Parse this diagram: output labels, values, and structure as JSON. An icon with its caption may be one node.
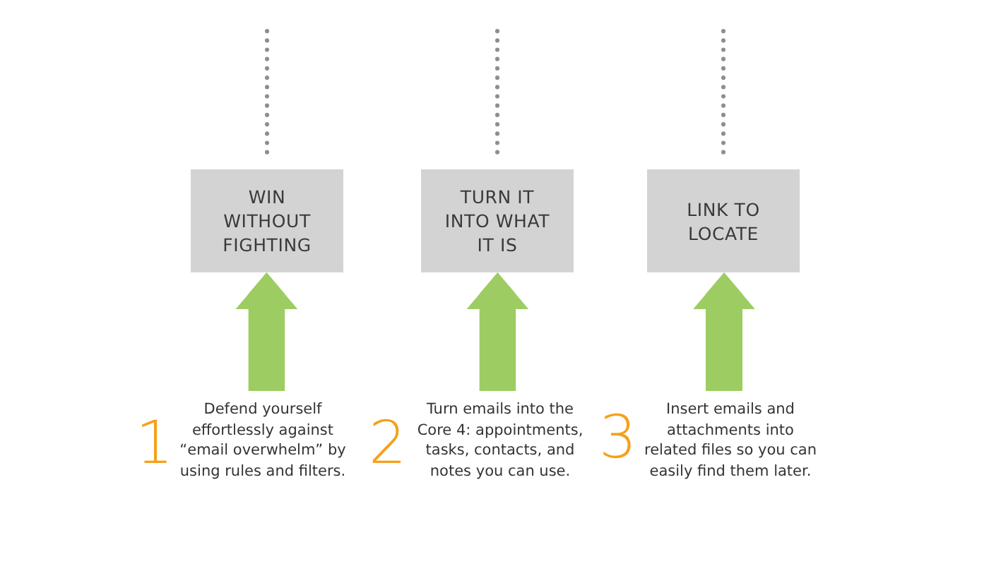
{
  "diagram": {
    "nodes": [
      {
        "text": [
          "WIN WITHOUT FIGHTING"
        ]
      },
      {
        "text": [
          "TURN IT INTO WHAT IT IS"
        ]
      },
      {
        "text": [
          "LINK TO LOCATE"
        ]
      },
      {
        "text": [
          "Defend yourself effortlessly against “email overwhelm” by using rules and filters."
        ],
        "beside": [
          "1"
        ]
      },
      {
        "text": [
          "Turn emails into the Core 4: appointments, tasks, contacts, and notes you can use."
        ],
        "beside": [
          "2"
        ]
      },
      {
        "text": [
          "Insert emails and attachments into related files so you can easily find them later."
        ],
        "beside": [
          "3"
        ]
      }
    ],
    "edges": [
      {
        "from": null,
        "to": 0,
        "arrow": "none",
        "style": "dashed"
      },
      {
        "from": null,
        "to": 1,
        "arrow": "none",
        "style": "dashed"
      },
      {
        "from": null,
        "to": 2,
        "arrow": "none",
        "style": "dashed"
      },
      {
        "from": 3,
        "to": 0,
        "arrow": "to",
        "style": "thick",
        "color": "#9dcd62"
      },
      {
        "from": 4,
        "to": 1,
        "arrow": "to",
        "style": "thick",
        "color": "#9dcd62"
      },
      {
        "from": 5,
        "to": 2,
        "arrow": "to",
        "style": "thick",
        "color": "#9dcd62"
      }
    ]
  }
}
